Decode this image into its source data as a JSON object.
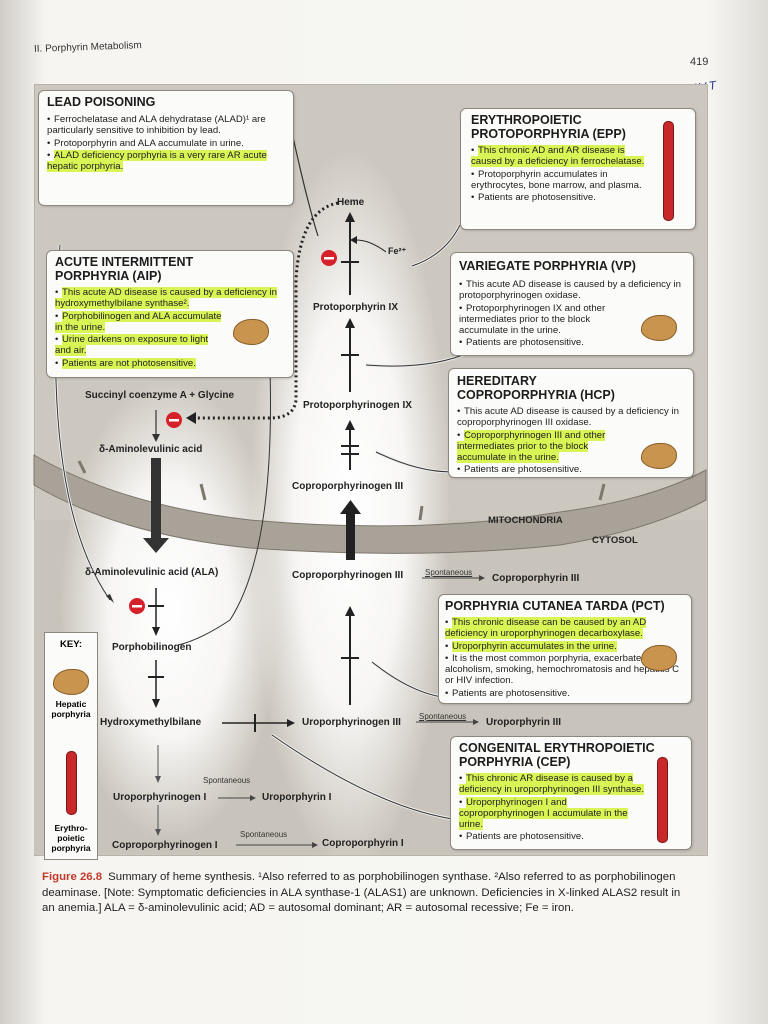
{
  "header": {
    "running_head": "II. Porphyrin Metabolism",
    "page_number": "419",
    "handwritten_note": "V.V.T"
  },
  "colors": {
    "highlight": "#d9f455",
    "inhibit_red": "#d6202a",
    "bone_red": "#c8282a",
    "liver_tan": "#c9954e",
    "figure_bg": "#cdc8bf",
    "caption_red": "#c43a2a"
  },
  "icons": {
    "liver": "liver-icon",
    "bone": "bone-marrow-icon",
    "inhibition": "minus-circle-icon"
  },
  "lead_poisoning": {
    "title": "LEAD POISONING",
    "items": [
      "Ferrochelatase and ALA dehydratase (ALAD)¹ are particularly sensitive to inhibition by lead.",
      "Protoporphyrin and ALA accumulate in urine.",
      "ALAD deficiency porphyria is a very rare AR acute hepatic porphyria."
    ]
  },
  "epp": {
    "title_1": "ERYTHROPOIETIC",
    "title_2": "PROTOPORPHYRIA (EPP)",
    "items": [
      "This chronic AD and AR disease is caused by a deficiency in ferrochelatase.",
      "Protoporphyrin accumulates in erythrocytes, bone marrow, and plasma.",
      "Patients are photosensitive."
    ]
  },
  "aip": {
    "title_1": "ACUTE INTERMITTENT",
    "title_2": "PORPHYRIA (AIP)",
    "items": [
      "This acute AD disease is caused by a deficiency in hydroxymethylbilane synthase².",
      "Porphobilinogen and ALA accumulate in the urine.",
      "Urine darkens on exposure to light and air.",
      "Patients are not photosensitive."
    ]
  },
  "vp": {
    "title": "VARIEGATE PORPHYRIA (VP)",
    "items": [
      "This acute AD disease is caused by a deficiency in protoporphyrinogen oxidase.",
      "Protoporphyrinogen IX and other intermediates prior to the block accumulate in the urine.",
      "Patients are photosensitive."
    ]
  },
  "hcp": {
    "title_1": "HEREDITARY",
    "title_2": "COPROPORPHYRIA (HCP)",
    "items": [
      "This acute AD disease is caused by a deficiency in coproporphyrinogen III oxidase.",
      "Coproporphyrinogen III and other intermediates prior to the block accumulate in the urine.",
      "Patients are photosensitive."
    ]
  },
  "pct": {
    "title": "PORPHYRIA CUTANEA TARDA (PCT)",
    "items": [
      "This chronic disease can be caused by an AD deficiency in uroporphyrinogen decarboxylase.",
      "Uroporphyrin accumulates in the urine.",
      "It is the most common porphyria, exacerbated by alcoholism, smoking, hemochromatosis and hepatitis C or HIV infection.",
      "Patients are photosensitive."
    ]
  },
  "cep": {
    "title_1": "CONGENITAL ERYTHROPOIETIC",
    "title_2": "PORPHYRIA (CEP)",
    "items": [
      "This chronic AR disease is caused by a deficiency in uroporphyrinogen III synthase.",
      "Uroporphyrinogen I and coproporphyrinogen I accumulate in the urine.",
      "Patients are photosensitive."
    ]
  },
  "pathway": {
    "heme": "Heme",
    "fe": "Fe²⁺",
    "protoporphyrin_ix": "Protoporphyrin IX",
    "protoporphyrinogen_ix": "Protoporphyrinogen IX",
    "coproporphyrinogen_iii_mito": "Coproporphyrinogen III",
    "succinyl": "Succinyl coenzyme A + Glycine",
    "ala_mito": "δ-Aminolevulinic acid",
    "ala_cyto": "δ-Aminolevulinic acid (ALA)",
    "porphobilinogen": "Porphobilinogen",
    "hydroxymethylbilane": "Hydroxymethylbilane",
    "uroporphyrinogen_iii": "Uroporphyrinogen III",
    "uroporphyrin_iii": "Uroporphyrin III",
    "uroporphyrinogen_i": "Uroporphyrinogen I",
    "uroporphyrin_i": "Uroporphyrin I",
    "coproporphyrinogen_i": "Coproporphyrinogen I",
    "coproporphyrin_i": "Coproporphyrin I",
    "coproporphyrinogen_iii_cyto": "Coproporphyrinogen III",
    "coproporphyrin_iii": "Coproporphyrin III",
    "spontaneous": "Spontaneous",
    "mitochondria": "MITOCHONDRIA",
    "cytosol": "CYTOSOL"
  },
  "key": {
    "title": "KEY:",
    "hepatic": "Hepatic porphyria",
    "erythro": "Erythro-poietic porphyria"
  },
  "caption": {
    "label": "Figure 26.8",
    "text": "Summary of heme synthesis. ¹Also referred to as porphobilinogen synthase. ²Also referred to as porphobilinogen deaminase. [Note: Symptomatic deficiencies in ALA synthase-1 (ALAS1) are unknown. Deficiencies in X-linked ALAS2 result in an anemia.] ALA = δ-aminolevulinic acid; AD = autosomal dominant; AR = autosomal recessive; Fe = iron."
  }
}
